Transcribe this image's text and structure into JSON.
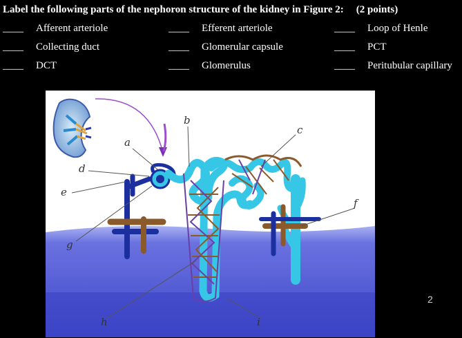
{
  "header": {
    "instruction": "Label the following parts of the nephoron structure of the kidney in Figure 2:",
    "points": "(2 points)"
  },
  "blank_line": "____",
  "terms": [
    [
      "Afferent arteriole",
      "Efferent arteriole",
      "Loop of Henle"
    ],
    [
      "Collecting duct",
      "Glomerular capsule",
      "PCT"
    ],
    [
      "DCT",
      "Glomerulus",
      "Peritubular capillary"
    ]
  ],
  "figure": {
    "labels": [
      "a",
      "b",
      "c",
      "d",
      "e",
      "f",
      "g",
      "h",
      "i"
    ],
    "colors": {
      "tubule": "#36c6e6",
      "artery": "#1b2f9e",
      "vein_brown": "#8a5a2b",
      "capillary_purple": "#6a3fa6",
      "background_band": "#5b63d6"
    }
  },
  "page_number": "2"
}
